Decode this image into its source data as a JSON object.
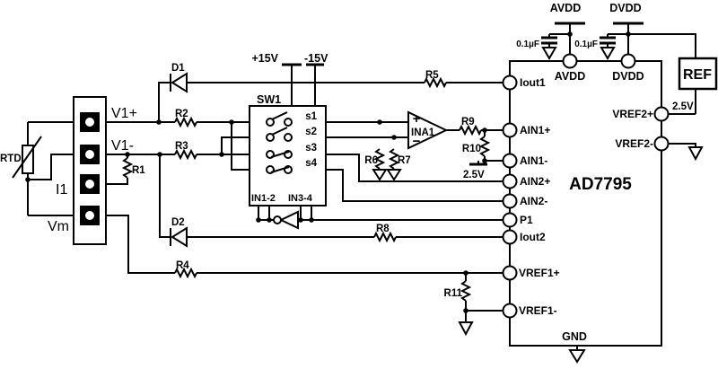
{
  "schematic": {
    "sensor": {
      "rtd": "RTD"
    },
    "terminals": {
      "v1_plus": "V1+",
      "v1_minus": "V1-",
      "i1": "I1",
      "vm": "Vm"
    },
    "resistors": {
      "r1": "R1",
      "r2": "R2",
      "r3": "R3",
      "r4": "R4",
      "r5": "R5",
      "r6": "R6",
      "r7": "R7",
      "r8": "R8",
      "r9": "R9",
      "r10": "R10",
      "r11": "R11"
    },
    "diodes": {
      "d1": "D1",
      "d2": "D2"
    },
    "switch": {
      "name": "SW1",
      "s1": "s1",
      "s2": "s2",
      "s3": "s3",
      "s4": "s4",
      "in12": "IN1-2",
      "in34": "IN3-4"
    },
    "amplifier": {
      "name": "INA1",
      "plus": "+",
      "minus": "−"
    },
    "supplies": {
      "plus15": "+15V",
      "minus15": "-15V",
      "avdd_rail": "AVDD",
      "dvdd_rail": "DVDD",
      "cap_avdd": "0.1µF",
      "cap_dvdd": "0.1µF",
      "v25_ain": "2.5V",
      "v25_ref": "2.5V"
    },
    "reference": {
      "label": "REF"
    },
    "adc": {
      "name": "AD7795",
      "pins": {
        "iout1": "Iout1",
        "ain1_plus": "AIN1+",
        "ain1_minus": "AIN1-",
        "ain2_plus": "AIN2+",
        "ain2_minus": "AIN2-",
        "p1": "P1",
        "iout2": "Iout2",
        "vref1_plus": "VREF1+",
        "vref1_minus": "VREF1-",
        "avdd": "AVDD",
        "dvdd": "DVDD",
        "vref2_plus": "VREF2+",
        "vref2_minus": "VREF2-",
        "gnd": "GND"
      }
    },
    "colors": {
      "line": "#000000",
      "background": "#ffffff"
    }
  }
}
